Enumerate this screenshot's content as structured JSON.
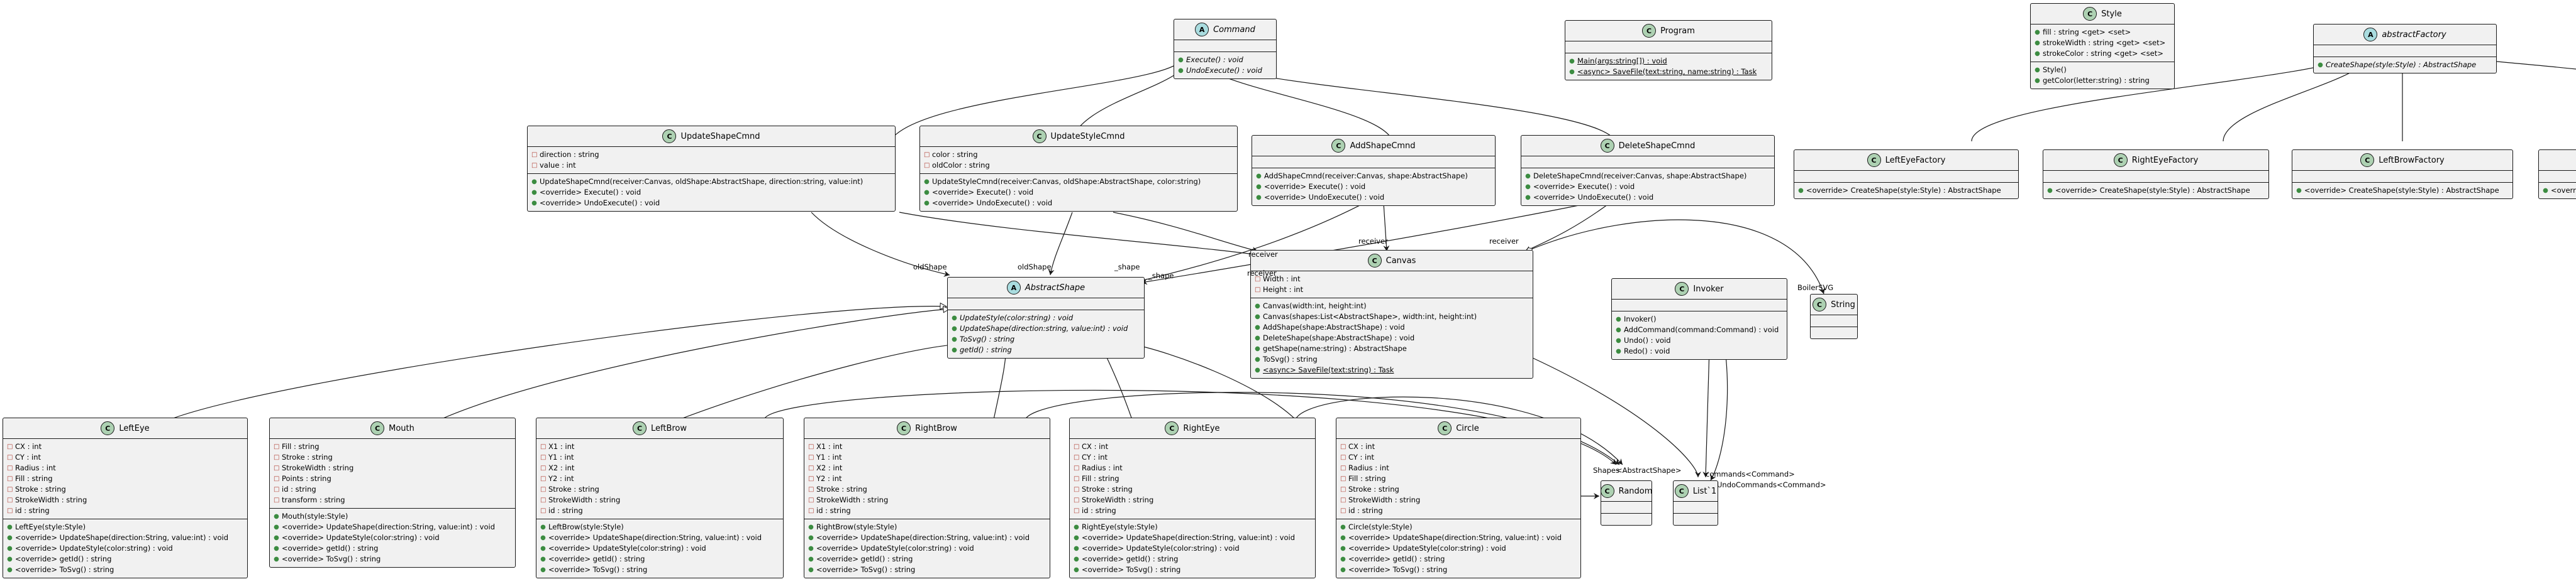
{
  "classes": {
    "command": {
      "name": "Command",
      "stereo": "A",
      "members": [],
      "methods": [
        {
          "vis": "+",
          "text": "Execute() : void",
          "italic": true
        },
        {
          "vis": "+",
          "text": "UndoExecute() : void",
          "italic": true
        }
      ]
    },
    "program": {
      "name": "Program",
      "stereo": "C",
      "members": [],
      "methods": [
        {
          "vis": "+",
          "text": "Main(args:string[]) : void",
          "static": true
        },
        {
          "vis": "+",
          "text": "<async> SaveFile(text:string, name:string) : Task",
          "static": true
        }
      ]
    },
    "style": {
      "name": "Style",
      "stereo": "C",
      "members": [
        {
          "vis": "+",
          "text": "fill : string <get> <set>"
        },
        {
          "vis": "+",
          "text": "strokeWidth : string <get> <set>"
        },
        {
          "vis": "+",
          "text": "strokeColor : string <get> <set>"
        }
      ],
      "methods": [
        {
          "vis": "+",
          "text": "Style()"
        },
        {
          "vis": "+",
          "text": "getColor(letter:string) : string"
        }
      ]
    },
    "abstractFactory": {
      "name": "abstractFactory",
      "stereo": "A",
      "members": [],
      "methods": [
        {
          "vis": "+",
          "text": "CreateShape(style:Style) : AbstractShape",
          "italic": true
        }
      ]
    },
    "updateShapeCmnd": {
      "name": "UpdateShapeCmnd",
      "stereo": "C",
      "members": [
        {
          "vis": "-",
          "text": "direction : string"
        },
        {
          "vis": "-",
          "text": "value : int"
        }
      ],
      "methods": [
        {
          "vis": "+",
          "text": "UpdateShapeCmnd(receiver:Canvas, oldShape:AbstractShape, direction:string, value:int)"
        },
        {
          "vis": "+",
          "text": "<override> Execute() : void"
        },
        {
          "vis": "+",
          "text": "<override> UndoExecute() : void"
        }
      ]
    },
    "updateStyleCmnd": {
      "name": "UpdateStyleCmnd",
      "stereo": "C",
      "members": [
        {
          "vis": "-",
          "text": "color : string"
        },
        {
          "vis": "-",
          "text": "oldColor : string"
        }
      ],
      "methods": [
        {
          "vis": "+",
          "text": "UpdateStyleCmnd(receiver:Canvas, oldShape:AbstractShape, color:string)"
        },
        {
          "vis": "+",
          "text": "<override> Execute() : void"
        },
        {
          "vis": "+",
          "text": "<override> UndoExecute() : void"
        }
      ]
    },
    "addShapeCmnd": {
      "name": "AddShapeCmnd",
      "stereo": "C",
      "members": [],
      "methods": [
        {
          "vis": "+",
          "text": "AddShapeCmnd(receiver:Canvas, shape:AbstractShape)"
        },
        {
          "vis": "+",
          "text": "<override> Execute() : void"
        },
        {
          "vis": "+",
          "text": "<override> UndoExecute() : void"
        }
      ]
    },
    "deleteShapeCmnd": {
      "name": "DeleteShapeCmnd",
      "stereo": "C",
      "members": [],
      "methods": [
        {
          "vis": "+",
          "text": "DeleteShapeCmnd(receiver:Canvas, shape:AbstractShape)"
        },
        {
          "vis": "+",
          "text": "<override> Execute() : void"
        },
        {
          "vis": "+",
          "text": "<override> UndoExecute() : void"
        }
      ]
    },
    "leftEyeFactory": {
      "name": "LeftEyeFactory",
      "stereo": "C",
      "members": [],
      "methods": [
        {
          "vis": "+",
          "text": "<override> CreateShape(style:Style) : AbstractShape"
        }
      ]
    },
    "rightEyeFactory": {
      "name": "RightEyeFactory",
      "stereo": "C",
      "members": [],
      "methods": [
        {
          "vis": "+",
          "text": "<override> CreateShape(style:Style) : AbstractShape"
        }
      ]
    },
    "leftBrowFactory": {
      "name": "LeftBrowFactory",
      "stereo": "C",
      "members": [],
      "methods": [
        {
          "vis": "+",
          "text": "<override> CreateShape(style:Style) : AbstractShape"
        }
      ]
    },
    "fourthFactory": {
      "name": "",
      "stereo": "",
      "members": [],
      "methods": [
        {
          "vis": "+",
          "text": "<overr"
        }
      ]
    },
    "abstractShape": {
      "name": "AbstractShape",
      "stereo": "A",
      "members": [],
      "methods": [
        {
          "vis": "+",
          "text": "UpdateStyle(color:string) : void",
          "italic": true
        },
        {
          "vis": "+",
          "text": "UpdateShape(direction:string, value:int) : void",
          "italic": true
        },
        {
          "vis": "+",
          "text": "ToSvg() : string",
          "italic": true
        },
        {
          "vis": "+",
          "text": "getId() : string",
          "italic": true
        }
      ]
    },
    "canvas": {
      "name": "Canvas",
      "stereo": "C",
      "members": [
        {
          "vis": "-",
          "text": "Width : int"
        },
        {
          "vis": "-",
          "text": "Height : int"
        }
      ],
      "methods": [
        {
          "vis": "+",
          "text": "Canvas(width:int, height:int)"
        },
        {
          "vis": "+",
          "text": "Canvas(shapes:List<AbstractShape>, width:int, height:int)"
        },
        {
          "vis": "+",
          "text": "AddShape(shape:AbstractShape) : void"
        },
        {
          "vis": "+",
          "text": "DeleteShape(shape:AbstractShape) : void"
        },
        {
          "vis": "+",
          "text": "getShape(name:string) : AbstractShape"
        },
        {
          "vis": "+",
          "text": "ToSvg() : string"
        },
        {
          "vis": "+",
          "text": "<async> SaveFile(text:string) : Task",
          "static": true
        }
      ]
    },
    "invoker": {
      "name": "Invoker",
      "stereo": "C",
      "members": [],
      "methods": [
        {
          "vis": "+",
          "text": "Invoker()"
        },
        {
          "vis": "+",
          "text": "AddCommand(command:Command) : void"
        },
        {
          "vis": "+",
          "text": "Undo() : void"
        },
        {
          "vis": "+",
          "text": "Redo() : void"
        }
      ]
    },
    "string": {
      "name": "String",
      "stereo": "C",
      "members": [],
      "methods": []
    },
    "leftEye": {
      "name": "LeftEye",
      "stereo": "C",
      "members": [
        {
          "vis": "-",
          "text": "CX : int"
        },
        {
          "vis": "-",
          "text": "CY : int"
        },
        {
          "vis": "-",
          "text": "Radius : int"
        },
        {
          "vis": "-",
          "text": "Fill : string"
        },
        {
          "vis": "-",
          "text": "Stroke : string"
        },
        {
          "vis": "-",
          "text": "StrokeWidth : string"
        },
        {
          "vis": "-",
          "text": "id : string"
        }
      ],
      "methods": [
        {
          "vis": "+",
          "text": "LeftEye(style:Style)"
        },
        {
          "vis": "+",
          "text": "<override> UpdateShape(direction:String, value:int) : void"
        },
        {
          "vis": "+",
          "text": "<override> UpdateStyle(color:string) : void"
        },
        {
          "vis": "+",
          "text": "<override> getId() : string"
        },
        {
          "vis": "+",
          "text": "<override> ToSvg() : string"
        }
      ]
    },
    "mouth": {
      "name": "Mouth",
      "stereo": "C",
      "members": [
        {
          "vis": "-",
          "text": "Fill : string"
        },
        {
          "vis": "-",
          "text": "Stroke : string"
        },
        {
          "vis": "-",
          "text": "StrokeWidth : string"
        },
        {
          "vis": "-",
          "text": "Points : string"
        },
        {
          "vis": "-",
          "text": "id : string"
        },
        {
          "vis": "-",
          "text": "transform : string"
        }
      ],
      "methods": [
        {
          "vis": "+",
          "text": "Mouth(style:Style)"
        },
        {
          "vis": "+",
          "text": "<override> UpdateShape(direction:String, value:int) : void"
        },
        {
          "vis": "+",
          "text": "<override> UpdateStyle(color:string) : void"
        },
        {
          "vis": "+",
          "text": "<override> getId() : string"
        },
        {
          "vis": "+",
          "text": "<override> ToSvg() : string"
        }
      ]
    },
    "leftBrow": {
      "name": "LeftBrow",
      "stereo": "C",
      "members": [
        {
          "vis": "-",
          "text": "X1 : int"
        },
        {
          "vis": "-",
          "text": "Y1 : int"
        },
        {
          "vis": "-",
          "text": "X2 : int"
        },
        {
          "vis": "-",
          "text": "Y2 : int"
        },
        {
          "vis": "-",
          "text": "Stroke : string"
        },
        {
          "vis": "-",
          "text": "StrokeWidth : string"
        },
        {
          "vis": "-",
          "text": "id : string"
        }
      ],
      "methods": [
        {
          "vis": "+",
          "text": "LeftBrow(style:Style)"
        },
        {
          "vis": "+",
          "text": "<override> UpdateShape(direction:String, value:int) : void"
        },
        {
          "vis": "+",
          "text": "<override> UpdateStyle(color:string) : void"
        },
        {
          "vis": "+",
          "text": "<override> getId() : string"
        },
        {
          "vis": "+",
          "text": "<override> ToSvg() : string"
        }
      ]
    },
    "rightBrow": {
      "name": "RightBrow",
      "stereo": "C",
      "members": [
        {
          "vis": "-",
          "text": "X1 : int"
        },
        {
          "vis": "-",
          "text": "Y1 : int"
        },
        {
          "vis": "-",
          "text": "X2 : int"
        },
        {
          "vis": "-",
          "text": "Y2 : int"
        },
        {
          "vis": "-",
          "text": "Stroke : string"
        },
        {
          "vis": "-",
          "text": "StrokeWidth : string"
        },
        {
          "vis": "-",
          "text": "id : string"
        }
      ],
      "methods": [
        {
          "vis": "+",
          "text": "RightBrow(style:Style)"
        },
        {
          "vis": "+",
          "text": "<override> UpdateShape(direction:String, value:int) : void"
        },
        {
          "vis": "+",
          "text": "<override> UpdateStyle(color:string) : void"
        },
        {
          "vis": "+",
          "text": "<override> getId() : string"
        },
        {
          "vis": "+",
          "text": "<override> ToSvg() : string"
        }
      ]
    },
    "rightEye": {
      "name": "RightEye",
      "stereo": "C",
      "members": [
        {
          "vis": "-",
          "text": "CX : int"
        },
        {
          "vis": "-",
          "text": "CY : int"
        },
        {
          "vis": "-",
          "text": "Radius : int"
        },
        {
          "vis": "-",
          "text": "Fill : string"
        },
        {
          "vis": "-",
          "text": "Stroke : string"
        },
        {
          "vis": "-",
          "text": "StrokeWidth : string"
        },
        {
          "vis": "-",
          "text": "id : string"
        }
      ],
      "methods": [
        {
          "vis": "+",
          "text": "RightEye(style:Style)"
        },
        {
          "vis": "+",
          "text": "<override> UpdateShape(direction:String, value:int) : void"
        },
        {
          "vis": "+",
          "text": "<override> UpdateStyle(color:string) : void"
        },
        {
          "vis": "+",
          "text": "<override> getId() : string"
        },
        {
          "vis": "+",
          "text": "<override> ToSvg() : string"
        }
      ]
    },
    "circle": {
      "name": "Circle",
      "stereo": "C",
      "members": [
        {
          "vis": "-",
          "text": "CX : int"
        },
        {
          "vis": "-",
          "text": "CY : int"
        },
        {
          "vis": "-",
          "text": "Radius : int"
        },
        {
          "vis": "-",
          "text": "Fill : string"
        },
        {
          "vis": "-",
          "text": "Stroke : string"
        },
        {
          "vis": "-",
          "text": "StrokeWidth : string"
        },
        {
          "vis": "-",
          "text": "id : string"
        }
      ],
      "methods": [
        {
          "vis": "+",
          "text": "Circle(style:Style)"
        },
        {
          "vis": "+",
          "text": "<override> UpdateShape(direction:String, value:int) : void"
        },
        {
          "vis": "+",
          "text": "<override> UpdateStyle(color:string) : void"
        },
        {
          "vis": "+",
          "text": "<override> getId() : string"
        },
        {
          "vis": "+",
          "text": "<override> ToSvg() : string"
        }
      ]
    },
    "random": {
      "name": "Random",
      "stereo": "C",
      "members": [],
      "methods": []
    },
    "list": {
      "name": "List`1",
      "stereo": "C",
      "members": [],
      "methods": []
    }
  },
  "edge_labels": {
    "oldShape1": "oldShape",
    "oldShape2": "oldShape",
    "shape1": "_shape",
    "shape2": "_shape",
    "receiver1": "receiver",
    "receiver2": "receiver",
    "receiver3": "receiver",
    "receiver4": "receiver",
    "boilerSvg": "BoilerSVG",
    "shapes": "Shapes",
    "shapesType": "<AbstractShape>",
    "commands": "commands<Command>",
    "undoCommands": "UndoCommands<Command>"
  },
  "colors": {
    "class_bg": "#f1f1f1",
    "class_badge": "#add1b2",
    "abstract_badge": "#a9dcdf",
    "border": "#181818",
    "public_marker": "#3c8c41",
    "private_marker": "#b03b2f"
  }
}
